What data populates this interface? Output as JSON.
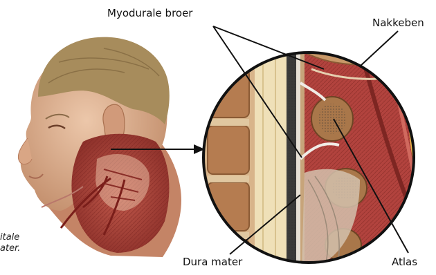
{
  "labels": {
    "myodural_bridge": "Myodurale broer",
    "occipital_bone": "Nakkeben",
    "dura_mater": "Dura mater",
    "atlas": "Atlas"
  },
  "caption": {
    "line1": "itale",
    "line2": "ater."
  },
  "colors": {
    "muscle": "#b2433e",
    "muscle_dark": "#7d2622",
    "skin": "#e2b89a",
    "hair": "#a78c5c",
    "bone": "#c89868",
    "spine_cord": "#efe0b8",
    "pointer": "#111111"
  }
}
